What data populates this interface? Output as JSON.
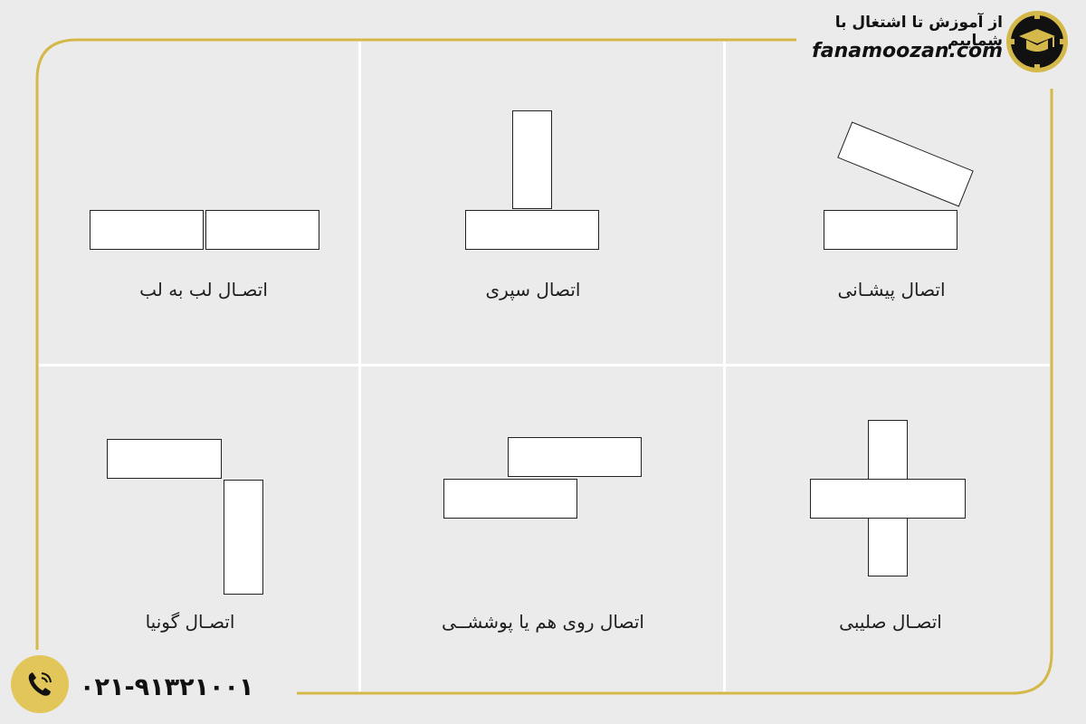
{
  "brand": {
    "tagline": "از آموزش تا اشتغال با شماییم",
    "website": "fanamoozan.com",
    "logo_icon": "graduation-cap-gear-logo",
    "accent": "#d4b94a",
    "logo_bg": "#111111"
  },
  "contact": {
    "phone": "۰۲۱-۹۱۳۲۱۰۰۱",
    "icon": "phone-icon"
  },
  "joints": [
    {
      "id": "forehead",
      "label": "اتصال پیشـانی"
    },
    {
      "id": "tee",
      "label": "اتصال  سپری"
    },
    {
      "id": "butt",
      "label": "اتصـال لب به لب"
    },
    {
      "id": "cross",
      "label": "اتصـال صلیبی"
    },
    {
      "id": "lap",
      "label": "اتصال روی هم یا پوششــی"
    },
    {
      "id": "corner",
      "label": "اتصـال گونیا"
    }
  ]
}
